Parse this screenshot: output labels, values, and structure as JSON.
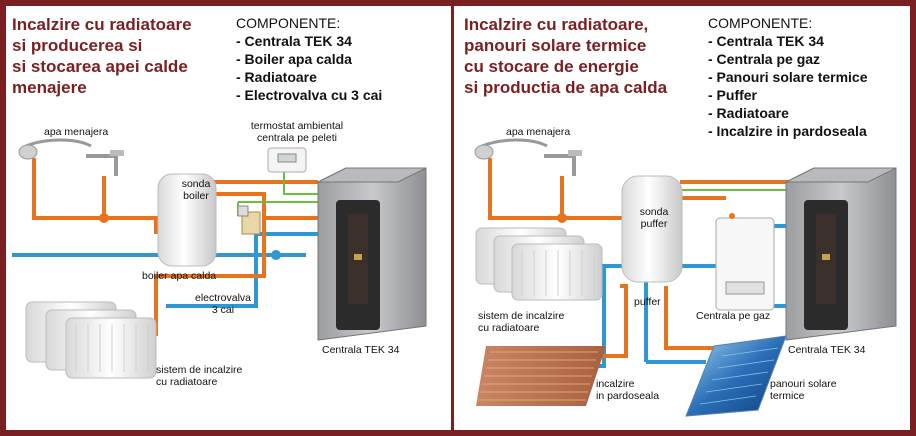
{
  "left": {
    "title": [
      "Incalzire cu radiatoare",
      "si producerea si",
      "si stocarea apei calde",
      "menajere"
    ],
    "components_header": "COMPONENTE:",
    "components": [
      "- Centrala TEK 34",
      "- Boiler apa calda",
      "- Radiatoare",
      "- Electrovalva cu 3 cai"
    ],
    "labels": {
      "apa_menajera": "apa menajera",
      "termostat_1": "termostat ambiental",
      "termostat_2": "centrala pe peleti",
      "sonda": "sonda",
      "boiler": "boiler",
      "boiler_apa_calda": "boiler apa calda",
      "electrovalva_1": "electrovalva",
      "electrovalva_2": "3 cai",
      "sistem_1": "sistem de incalzire",
      "sistem_2": "cu radiatoare",
      "centrala": "Centrala TEK 34"
    }
  },
  "right": {
    "title": [
      "Incalzire cu radiatoare,",
      "panouri solare termice",
      "cu stocare de energie",
      "si productia de apa calda"
    ],
    "components_header": "COMPONENTE:",
    "components": [
      "- Centrala TEK 34",
      "- Centrala pe gaz",
      "- Panouri solare termice",
      "- Puffer",
      "- Radiatoare",
      "- Incalzire in pardoseala"
    ],
    "labels": {
      "apa_menajera": "apa menajera",
      "sonda": "sonda",
      "puffer_sonda": "puffer",
      "puffer": "puffer",
      "sistem_1": "sistem de incalzire",
      "sistem_2": "cu radiatoare",
      "centrala_gaz": "Centrala pe gaz",
      "centrala": "Centrala TEK 34",
      "pardoseala_1": "incalzire",
      "pardoseala_2": "in pardoseala",
      "solare_1": "panouri solare",
      "solare_2": "termice"
    }
  },
  "colors": {
    "frame": "#7a1f22",
    "title": "#7a1f22",
    "hot_pipe": "#e8731e",
    "cold_pipe": "#2f97d2",
    "signal_wire": "#6cbf3c"
  }
}
